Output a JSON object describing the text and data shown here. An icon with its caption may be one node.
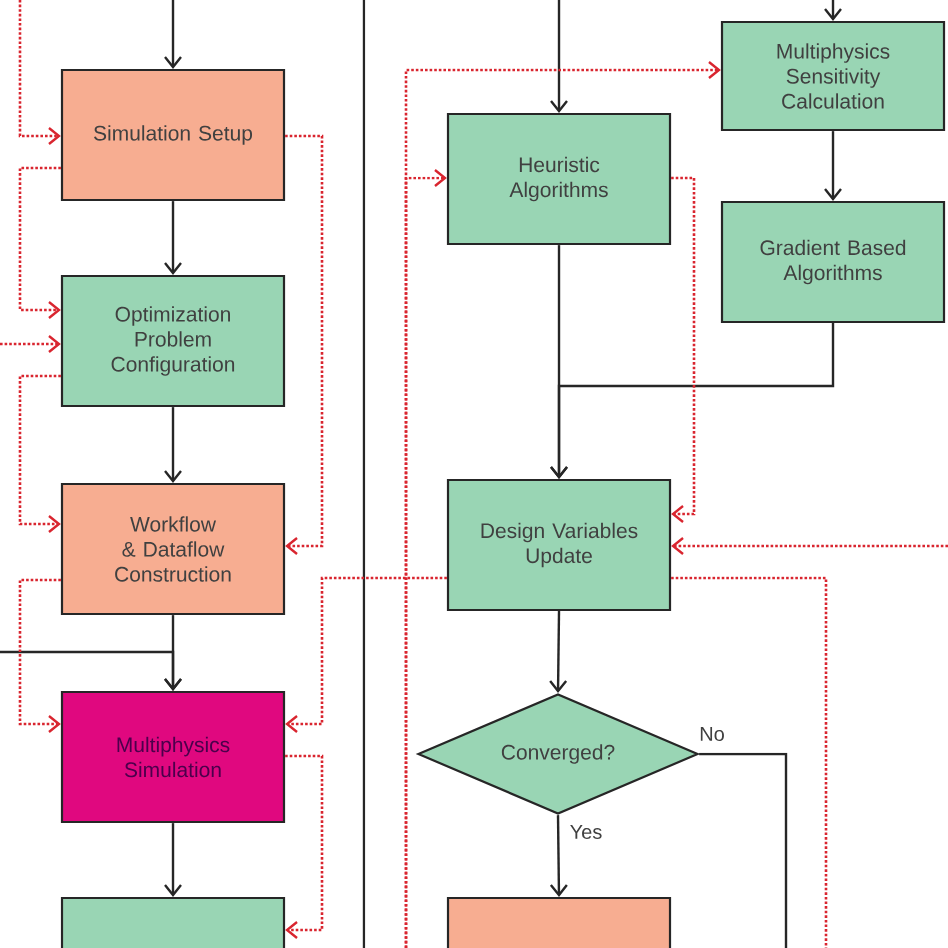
{
  "diagram": {
    "nodes": [
      {
        "text": [
          "Simulation Setup"
        ]
      },
      {
        "text": [
          "Optimization Problem Configuration"
        ]
      },
      {
        "text": [
          "Workflow & Dataflow Construction"
        ]
      },
      {
        "text": [
          "Multiphysics Simulation"
        ]
      },
      {
        "text": [],
        "shape": "box"
      },
      {
        "text": [
          "Heuristic Algorithms"
        ]
      },
      {
        "text": [
          "Multiphysics Sensitivity Calculation"
        ]
      },
      {
        "text": [
          "Gradient Based Algorithms"
        ]
      },
      {
        "text": [
          "Design Variables Update"
        ]
      },
      {
        "text": [
          "Converged?"
        ]
      },
      {
        "text": [],
        "shape": "box"
      }
    ],
    "edges": [
      {
        "from": null,
        "to": 0,
        "arrow": "to"
      },
      {
        "from": 0,
        "to": 1,
        "arrow": "to"
      },
      {
        "from": 1,
        "to": 2,
        "arrow": "to"
      },
      {
        "from": 2,
        "to": 3,
        "arrow": "to"
      },
      {
        "from": null,
        "to": 3,
        "arrow": "to"
      },
      {
        "from": 3,
        "to": 4,
        "arrow": "to"
      },
      {
        "from": null,
        "to": 5,
        "arrow": "to"
      },
      {
        "from": null,
        "to": 6,
        "arrow": "to"
      },
      {
        "from": 6,
        "to": 7,
        "arrow": "to"
      },
      {
        "from": 5,
        "to": 8,
        "arrow": "to"
      },
      {
        "from": 7,
        "to": 8,
        "arrow": "to"
      },
      {
        "from": 8,
        "to": 9,
        "arrow": "to"
      },
      {
        "from": 9,
        "to": 10,
        "label": "Yes",
        "arrow": "to"
      },
      {
        "from": 9,
        "to": null,
        "label": "No",
        "arrow": "none"
      },
      {
        "from": null,
        "to": 0,
        "arrow": "to",
        "style": "dashed",
        "color": "#d9252f"
      },
      {
        "from": 0,
        "to": 2,
        "arrow": "to",
        "style": "dashed",
        "color": "#d9252f"
      },
      {
        "from": 0,
        "to": 1,
        "arrow": "to",
        "style": "dashed",
        "color": "#d9252f"
      },
      {
        "from": null,
        "to": 1,
        "arrow": "to",
        "style": "dashed",
        "color": "#d9252f"
      },
      {
        "from": 1,
        "to": 2,
        "arrow": "to",
        "style": "dashed",
        "color": "#d9252f"
      },
      {
        "from": 2,
        "to": 3,
        "arrow": "to",
        "style": "dashed",
        "color": "#d9252f"
      },
      {
        "from": 8,
        "to": 3,
        "arrow": "to",
        "style": "dashed",
        "color": "#d9252f"
      },
      {
        "from": 3,
        "to": 4,
        "arrow": "to",
        "style": "dashed",
        "color": "#d9252f"
      },
      {
        "from": null,
        "to": 6,
        "arrow": "to",
        "style": "dashed",
        "color": "#d9252f"
      },
      {
        "from": null,
        "to": 5,
        "arrow": "to",
        "style": "dashed",
        "color": "#d9252f"
      },
      {
        "from": 5,
        "to": 8,
        "arrow": "to",
        "style": "dashed",
        "color": "#d9252f"
      },
      {
        "from": null,
        "to": 8,
        "arrow": "to",
        "style": "dashed",
        "color": "#d9252f"
      },
      {
        "from": 8,
        "to": null,
        "arrow": "none",
        "style": "dashed",
        "color": "#d9252f"
      }
    ]
  }
}
